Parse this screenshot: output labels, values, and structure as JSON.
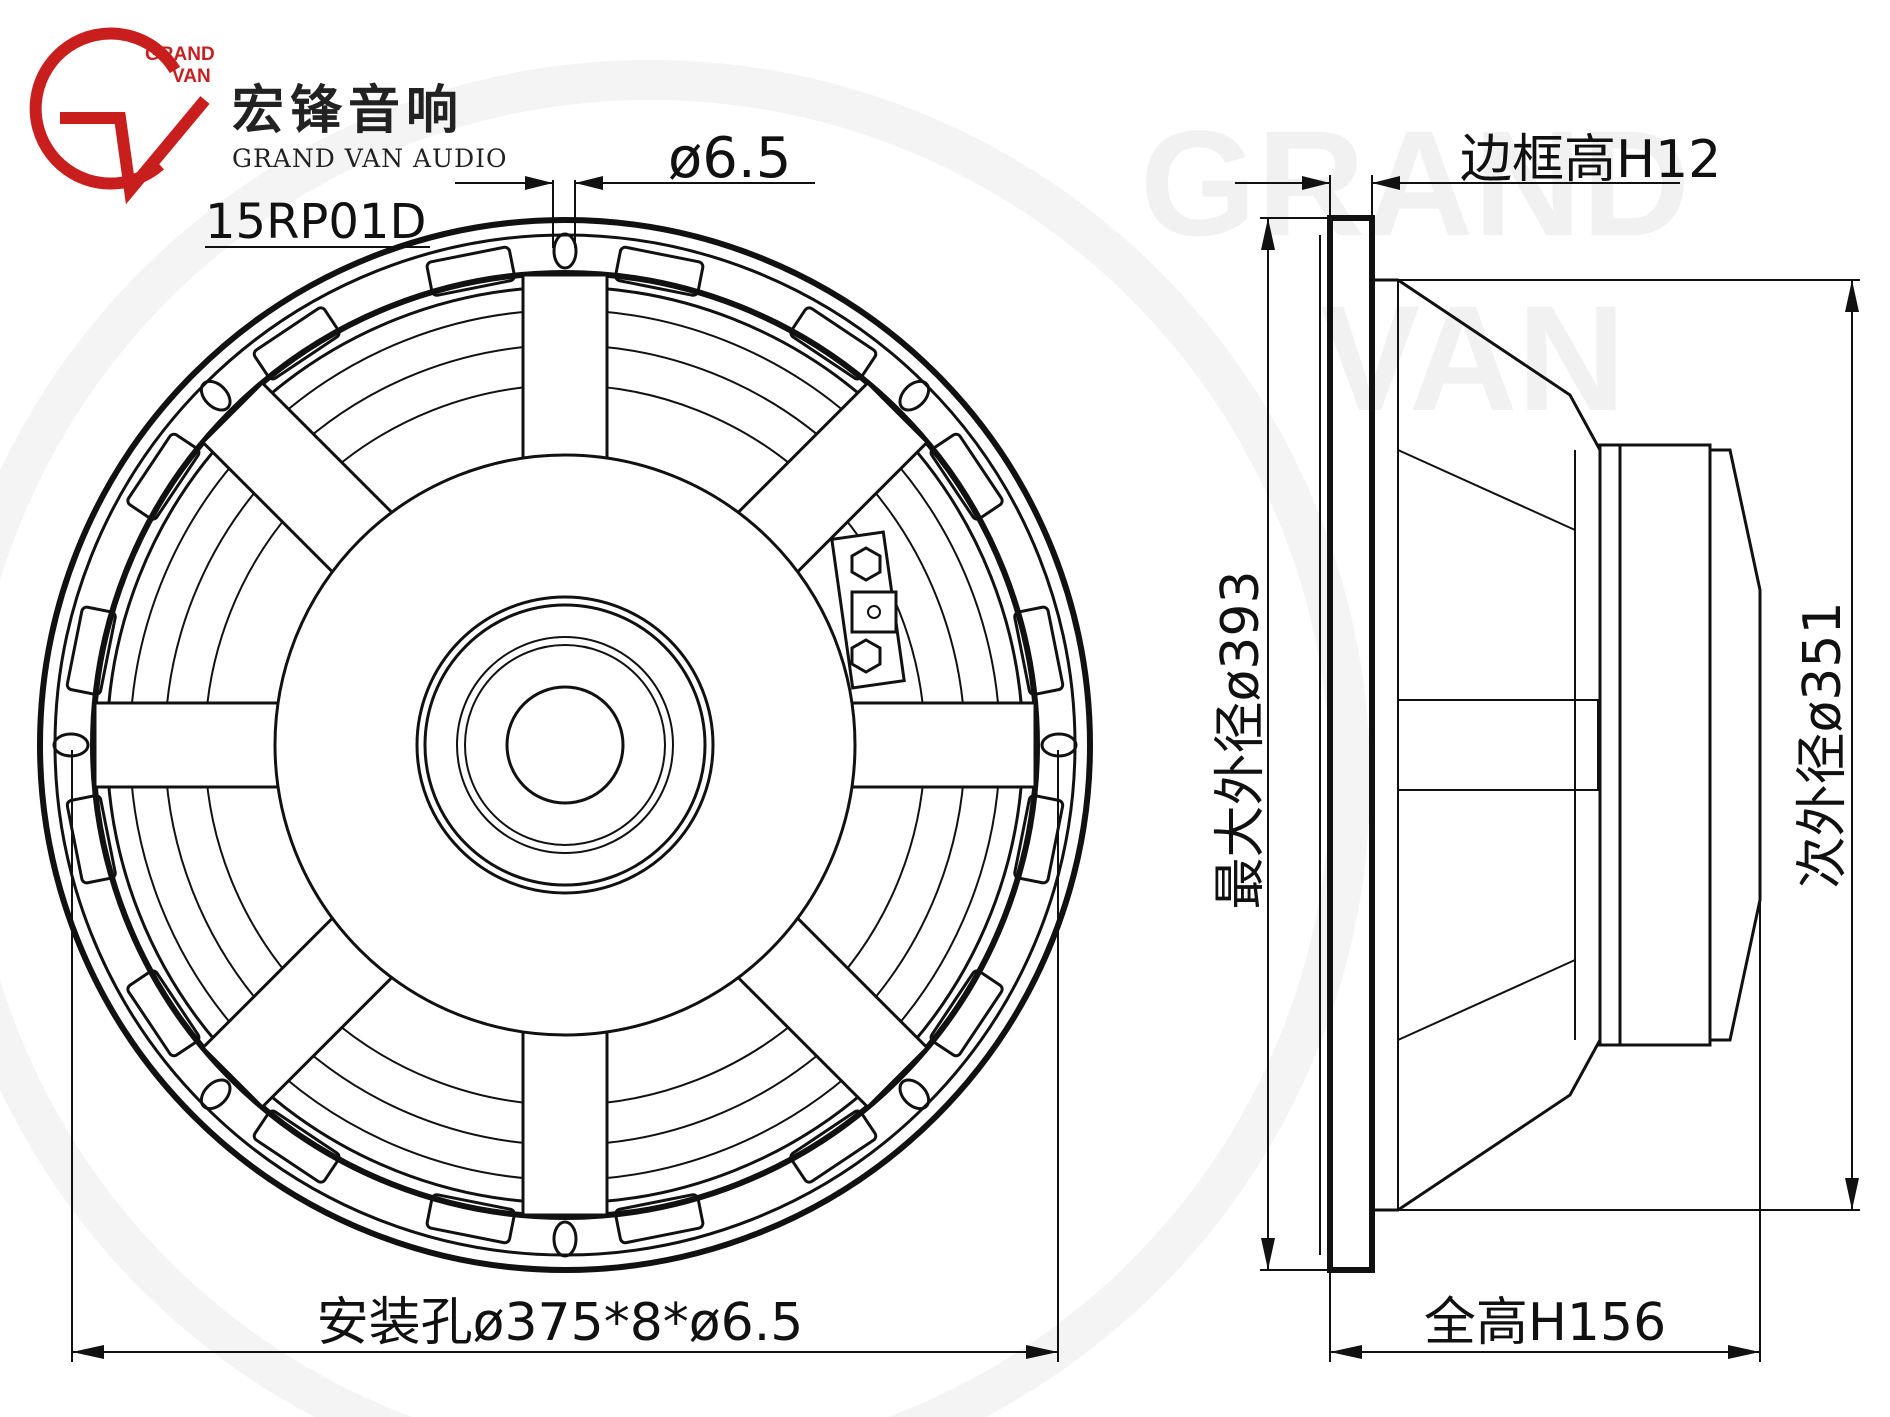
{
  "brand": {
    "mark_top": "GRAND",
    "mark_bottom": "VAN",
    "name_cn": "宏锋音响",
    "name_en": "GRAND VAN AUDIO",
    "color_red": "#c81e1e"
  },
  "model": "15RP01D",
  "watermark": {
    "line1": "GRAND",
    "line2": "VAN"
  },
  "dimensions": {
    "hole_diameter": "ø6.5",
    "frame_height": "边框高H12",
    "max_outer_diameter": "最大外径ø393",
    "secondary_outer_diameter": "次外径ø351",
    "mounting_holes": "安装孔ø375*8*ø6.5",
    "total_height": "全高H156"
  }
}
